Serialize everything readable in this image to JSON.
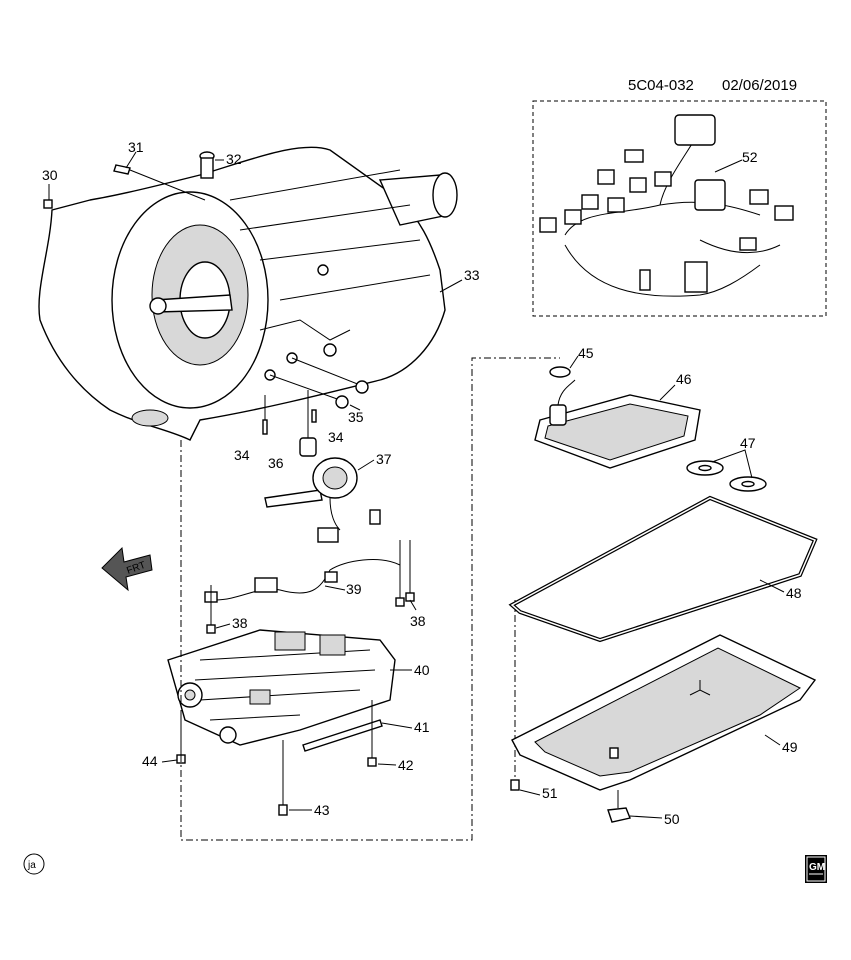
{
  "diagram": {
    "header_code": "5C04-032",
    "header_date": "02/06/2019",
    "front_indicator": "FRT",
    "corner_mark": "ja",
    "logo_text": "GM",
    "callouts": [
      {
        "id": "c30",
        "label": "30"
      },
      {
        "id": "c31",
        "label": "31"
      },
      {
        "id": "c32",
        "label": "32"
      },
      {
        "id": "c33",
        "label": "33"
      },
      {
        "id": "c34a",
        "label": "34"
      },
      {
        "id": "c34b",
        "label": "34"
      },
      {
        "id": "c35",
        "label": "35"
      },
      {
        "id": "c36",
        "label": "36"
      },
      {
        "id": "c37",
        "label": "37"
      },
      {
        "id": "c38a",
        "label": "38"
      },
      {
        "id": "c38b",
        "label": "38"
      },
      {
        "id": "c39",
        "label": "39"
      },
      {
        "id": "c40",
        "label": "40"
      },
      {
        "id": "c41",
        "label": "41"
      },
      {
        "id": "c42",
        "label": "42"
      },
      {
        "id": "c43",
        "label": "43"
      },
      {
        "id": "c44",
        "label": "44"
      },
      {
        "id": "c45",
        "label": "45"
      },
      {
        "id": "c46",
        "label": "46"
      },
      {
        "id": "c47",
        "label": "47"
      },
      {
        "id": "c48",
        "label": "48"
      },
      {
        "id": "c49",
        "label": "49"
      },
      {
        "id": "c50",
        "label": "50"
      },
      {
        "id": "c51",
        "label": "51"
      },
      {
        "id": "c52",
        "label": "52"
      }
    ]
  }
}
